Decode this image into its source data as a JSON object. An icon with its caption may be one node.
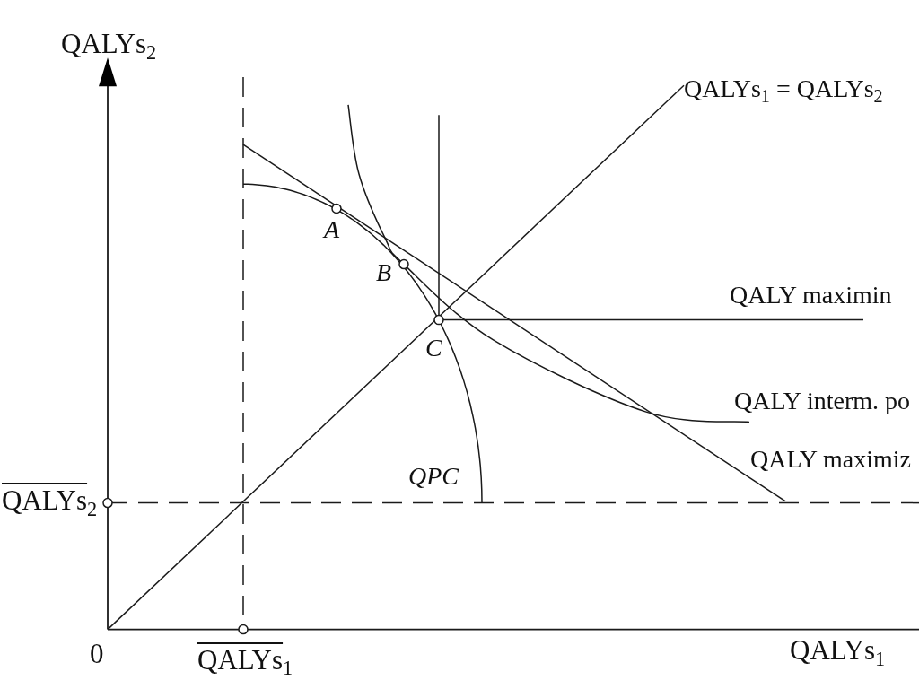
{
  "diagram": {
    "labels": [
      "QALYs$_{2}$",
      "QALYs$_{1}$ = QALYs$_{2}$",
      "A",
      "B",
      "QALY maximin",
      "C",
      "QALY interm. po",
      "QALY maximiz",
      "QPC",
      "QALYs$_{2}$",
      "0",
      "QALYs$_{1}$",
      "QALYs$_{1}$"
    ]
  }
}
